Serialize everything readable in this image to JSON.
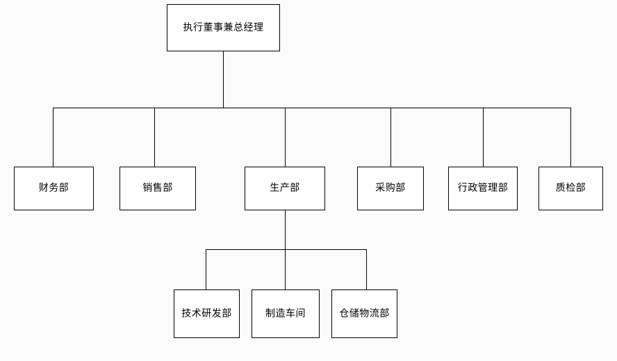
{
  "diagram": {
    "type": "org-chart",
    "title": "",
    "background_color": "#fbfbfb",
    "box_fill_color": "#ffffff",
    "line_color": "#000000",
    "levels": [
      {
        "level": 1,
        "nodes": [
          {
            "id": "ceo",
            "label": "执行董事兼总经理"
          }
        ]
      },
      {
        "level": 2,
        "nodes": [
          {
            "id": "finance",
            "label": "财务部"
          },
          {
            "id": "sales",
            "label": "销售部"
          },
          {
            "id": "production",
            "label": "生产部"
          },
          {
            "id": "procurement",
            "label": "采购部"
          },
          {
            "id": "administration",
            "label": "行政管理部"
          },
          {
            "id": "quality",
            "label": "质检部"
          }
        ]
      },
      {
        "level": 3,
        "parent": "production",
        "nodes": [
          {
            "id": "rnd",
            "label": "技术研发部"
          },
          {
            "id": "workshop",
            "label": "制造车间"
          },
          {
            "id": "warehouse",
            "label": "仓储物流部"
          }
        ]
      }
    ]
  }
}
